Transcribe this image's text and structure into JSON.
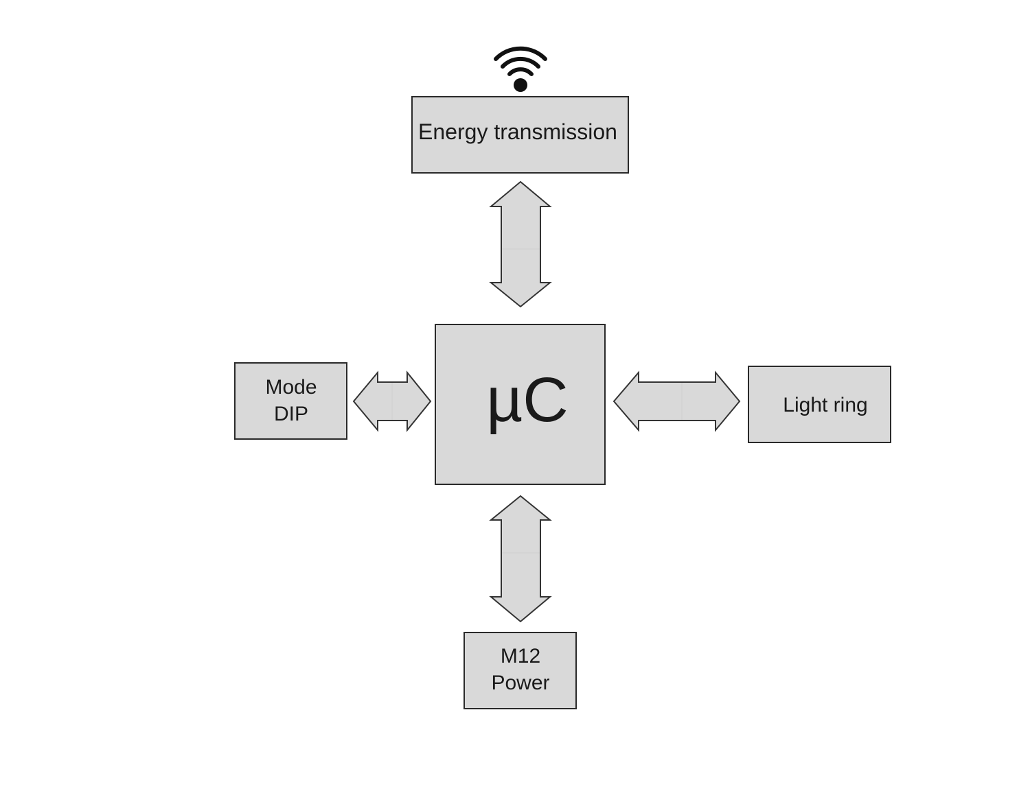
{
  "diagram": {
    "blocks": {
      "energy": {
        "lines": [
          "Energy transmission"
        ]
      },
      "uc": {
        "lines": [
          "µC"
        ]
      },
      "mode": {
        "lines": [
          "Mode",
          "DIP"
        ]
      },
      "light": {
        "lines": [
          "Light ring"
        ]
      },
      "power": {
        "lines": [
          "M12",
          "Power"
        ]
      }
    },
    "icons": {
      "wireless": "wifi-icon"
    },
    "colors": {
      "block_fill": "#d9d9d9",
      "stroke": "#2a2a2a",
      "text": "#1a1a1a"
    }
  }
}
